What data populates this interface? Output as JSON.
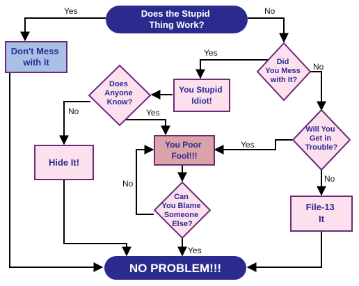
{
  "nodes": {
    "start": {
      "lines": [
        "Does the Stupid",
        "Thing Work?"
      ]
    },
    "dont_mess": {
      "lines": [
        "Don't Mess",
        "with it"
      ]
    },
    "did_you_mess": {
      "lines": [
        "Did",
        "You Mess",
        "with It?"
      ]
    },
    "stupid_idiot": {
      "lines": [
        "You Stupid",
        "Idiot!"
      ]
    },
    "anyone_know": {
      "lines": [
        "Does",
        "Anyone",
        "Know?"
      ]
    },
    "hide_it": {
      "lines": [
        "Hide It!"
      ]
    },
    "poor_fool": {
      "lines": [
        "You Poor",
        "Fool!!!"
      ]
    },
    "trouble": {
      "lines": [
        "Will You",
        "Get in",
        "Trouble?"
      ]
    },
    "blame": {
      "lines": [
        "Can",
        "You Blame",
        "Someone",
        "Else?"
      ]
    },
    "file13": {
      "lines": [
        "File-13",
        "It"
      ]
    },
    "no_problem": {
      "lines": [
        "NO PROBLEM!!!"
      ]
    }
  },
  "edge_labels": {
    "start_yes": "Yes",
    "start_no": "No",
    "mess_yes": "Yes",
    "mess_no": "No",
    "know_no": "No",
    "know_yes": "Yes",
    "trouble_yes": "Yes",
    "trouble_no": "No",
    "blame_no": "No",
    "blame_yes": "Yes"
  },
  "colors": {
    "terminal_fill": "#2b2b8f",
    "terminal_text": "#ffffff",
    "blue_box": "#a9c0e6",
    "pink_box": "#fde0ee",
    "rose_box": "#d9a3a8",
    "border": "#6a2a78",
    "edge": "#000000"
  }
}
